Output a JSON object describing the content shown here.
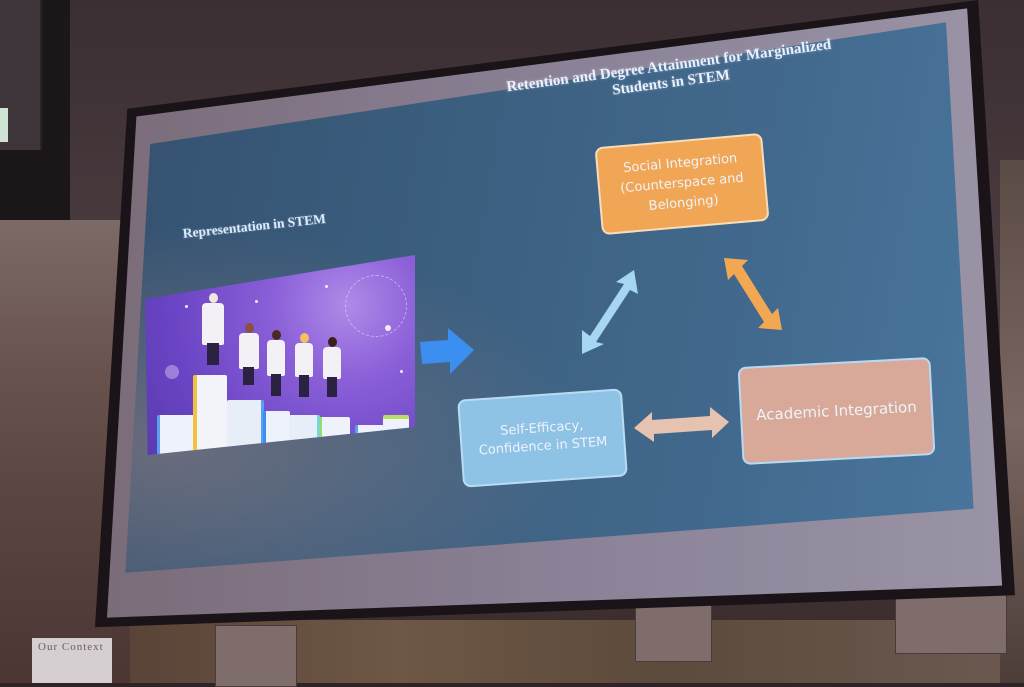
{
  "scene": {
    "description": "Presentation slide projected on a screen in a room",
    "sign_text": "Our Context"
  },
  "slide": {
    "title": "Retention and Degree Attainment for Marginalized Students in STEM",
    "left_label": "Representation in STEM",
    "illustration": "scientists-standing-on-books-icon",
    "boxes": {
      "social": "Social Integration (Counterspace and Belonging)",
      "academic": "Academic Integration",
      "self_efficacy": "Self-Efficacy, Confidence in STEM"
    },
    "colors": {
      "background": "#3c5f80",
      "social_box": "#f0a654",
      "academic_box": "#d8a898",
      "self_efficacy_box": "#8ec3e6",
      "main_arrow": "#3a8ff0",
      "blue_arrow": "#a6d6f2",
      "orange_arrow": "#f2a852",
      "peach_arrow": "#e6c2b0",
      "title_text": "#e9f0ff"
    },
    "arrows": [
      {
        "from": "representation",
        "to": "self_efficacy_cycle",
        "type": "single"
      },
      {
        "from": "self_efficacy",
        "to": "social",
        "type": "double"
      },
      {
        "from": "social",
        "to": "academic",
        "type": "double"
      },
      {
        "from": "academic",
        "to": "self_efficacy",
        "type": "double"
      }
    ]
  }
}
